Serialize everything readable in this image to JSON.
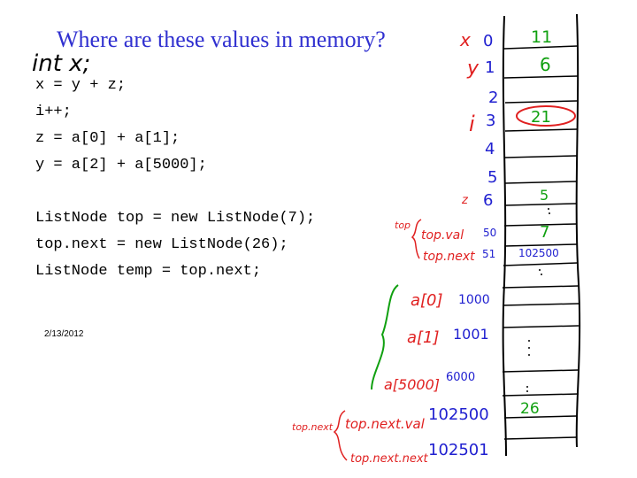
{
  "title": "Where are these values in memory?",
  "handwritten_decl": "int x;",
  "code_lines": [
    "x = y + z;",
    "i++;",
    "z = a[0] + a[1];",
    "y = a[2] + a[5000];",
    "ListNode top = new ListNode(7);",
    "top.next = new ListNode(26);",
    "ListNode temp = top.next;"
  ],
  "date": "2/13/2012",
  "memory": {
    "names": {
      "x": "x",
      "y": "y",
      "i": "i",
      "z": "z"
    },
    "addresses": [
      "0",
      "1",
      "2",
      "3",
      "4",
      "5",
      "6",
      "50",
      "51",
      "1000",
      "1001",
      "6000",
      "102500",
      "102501"
    ],
    "values": [
      "11",
      "6",
      "21",
      "5",
      "7",
      "102500",
      "26"
    ],
    "labels": {
      "top": "top",
      "top_val": "top.val",
      "top_next": "top.next",
      "a0": "a[0]",
      "a1": "a[1]",
      "a5000": "a[5000]",
      "topnext_outer": "top.next",
      "topnext_val": "top.next.val",
      "topnext_next": "top.next.next"
    }
  },
  "colors": {
    "title": "#3030d0",
    "red": "#e02020",
    "blue": "#2020d0",
    "green": "#10a010",
    "black": "#000000"
  }
}
